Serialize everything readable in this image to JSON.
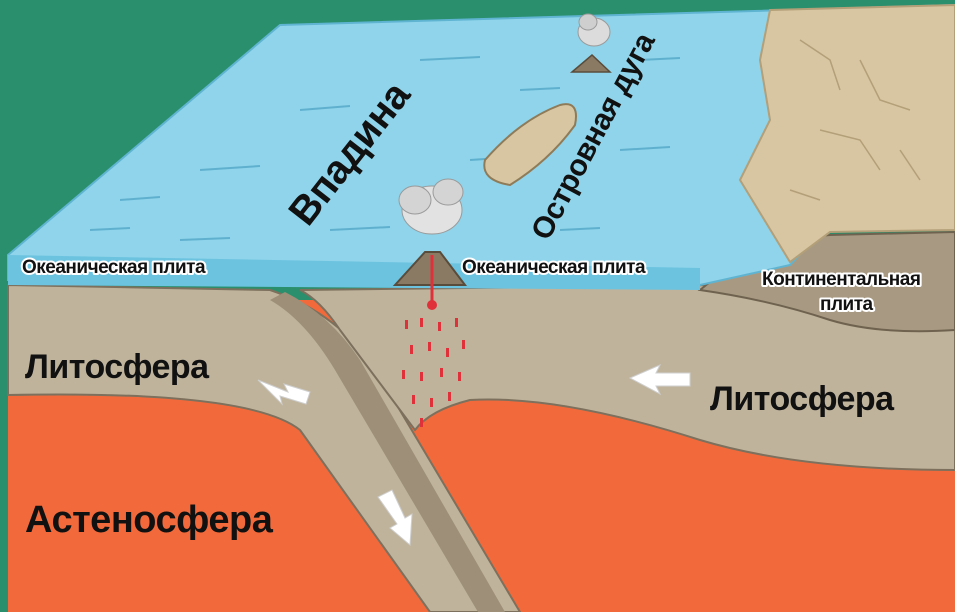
{
  "labels": {
    "trench": "Впадина",
    "island_arc": "Островная дуга",
    "oceanic_plate_left": "Океаническая плита",
    "oceanic_plate_right": "Океаническая плита",
    "continental_plate_line1": "Континентальная",
    "continental_plate_line2": "плита",
    "lithosphere_left": "Литосфера",
    "lithosphere_right": "Литосфера",
    "asthenosphere": "Астеносфера"
  },
  "colors": {
    "frame": "#2a8f6c",
    "ocean": "#8fd4ea",
    "ocean_dark": "#6cc3e0",
    "lithosphere": "#bfb39c",
    "lithosphere_dark": "#9d8f78",
    "asthenosphere": "#f26a3b",
    "continent": "#d8c6a2",
    "continental_plate": "#a89a82",
    "magma": "#e0303a"
  },
  "icons": {
    "volcano_main": "volcano-icon",
    "volcano_small": "volcano-icon",
    "arrows": "arrow-icon"
  }
}
